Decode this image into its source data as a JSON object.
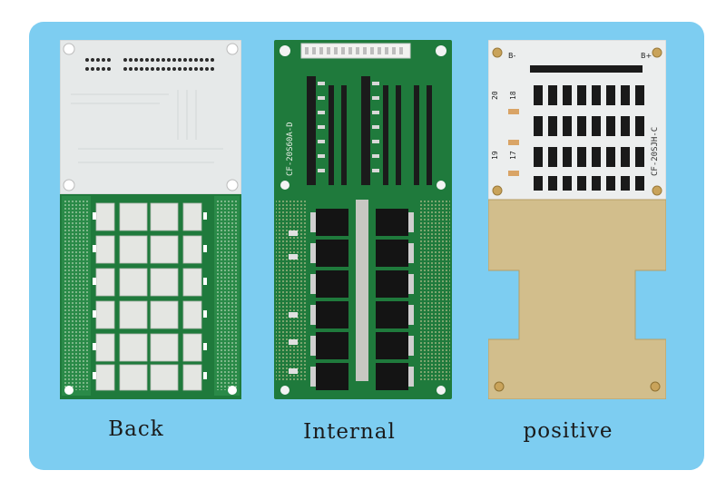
{
  "panels": [
    {
      "caption": "Back"
    },
    {
      "caption": "Internal",
      "board_marking": "CF-20S60A-D"
    },
    {
      "caption": "positive",
      "board_marking": "CF-20SJH-C",
      "cell_labels": [
        "20",
        "18",
        "19",
        "17"
      ],
      "terminal_labels": [
        "B-",
        "B+"
      ]
    }
  ],
  "colors": {
    "background": "#7dcdf1",
    "pcb_green": "#1f7a3c",
    "aluminum_white": "#e9ecec",
    "copper_plate": "#d2be8c"
  }
}
